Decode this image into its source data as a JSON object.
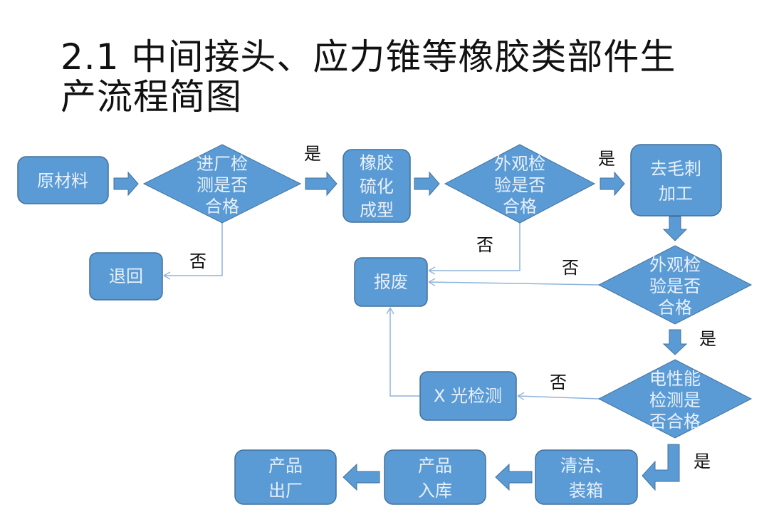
{
  "title": {
    "line1": "2.1 中间接头、应力锥等橡胶类部件生",
    "line2": "产流程简图"
  },
  "colors": {
    "node_fill": "#5b9bd5",
    "node_stroke": "#41719c",
    "connector": "#8fb4d9",
    "node_text": "#e8f0fa",
    "label_text": "#111111"
  },
  "nodes": {
    "raw_material": {
      "type": "process",
      "lines": [
        "原材料"
      ]
    },
    "incoming_check": {
      "type": "decision",
      "lines": [
        "进厂检",
        "测是否",
        "合格"
      ]
    },
    "vulcanize": {
      "type": "process",
      "lines": [
        "橡胶",
        "硫化",
        "成型"
      ]
    },
    "visual_check_1": {
      "type": "decision",
      "lines": [
        "外观检",
        "验是否",
        "合格"
      ]
    },
    "deburr": {
      "type": "process",
      "lines": [
        "去毛刺",
        "加工"
      ]
    },
    "return": {
      "type": "process",
      "lines": [
        "退回"
      ]
    },
    "scrap": {
      "type": "process",
      "lines": [
        "报废"
      ]
    },
    "visual_check_2": {
      "type": "decision",
      "lines": [
        "外观检",
        "验是否",
        "合格"
      ]
    },
    "electrical_check": {
      "type": "decision",
      "lines": [
        "电性能",
        "检测是",
        "否合格"
      ]
    },
    "xray": {
      "type": "process",
      "lines": [
        "X 光检测"
      ]
    },
    "clean_pack": {
      "type": "process",
      "lines": [
        "清洁、",
        "装箱"
      ]
    },
    "warehouse": {
      "type": "process",
      "lines": [
        "产品",
        "入库"
      ]
    },
    "ship": {
      "type": "process",
      "lines": [
        "产品",
        "出厂"
      ]
    }
  },
  "edge_labels": {
    "incoming_yes": "是",
    "incoming_no": "否",
    "visual1_yes": "是",
    "visual1_no": "否",
    "visual2_no": "否",
    "visual2_yes": "是",
    "electrical_no": "否",
    "electrical_yes": "是"
  }
}
